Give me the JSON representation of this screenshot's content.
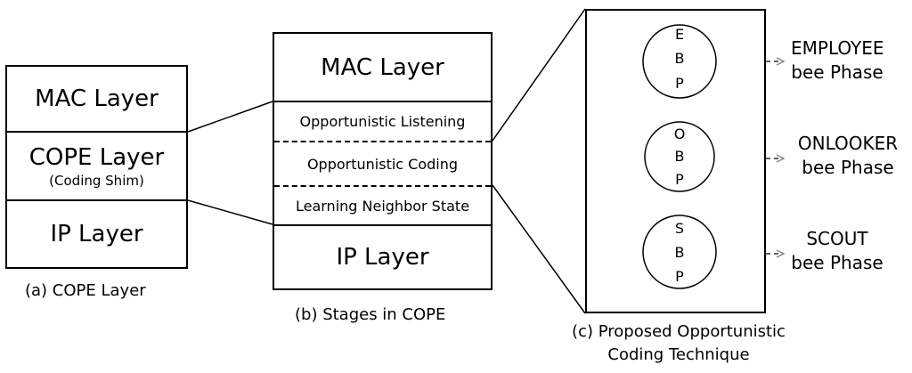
{
  "panel_a": {
    "mac": "MAC Layer",
    "cope": "COPE Layer",
    "cope_sub": "(Coding Shim)",
    "ip": "IP Layer",
    "caption": "(a) COPE Layer"
  },
  "panel_b": {
    "mac": "MAC Layer",
    "stages": [
      "Opportunistic Listening",
      "Opportunistic Coding",
      "Learning Neighbor State"
    ],
    "ip": "IP Layer",
    "caption": "(b) Stages in COPE"
  },
  "panel_c": {
    "circles": [
      {
        "letters": [
          "E",
          "B",
          "P"
        ]
      },
      {
        "letters": [
          "O",
          "B",
          "P"
        ]
      },
      {
        "letters": [
          "S",
          "B",
          "P"
        ]
      }
    ],
    "phases": [
      {
        "line1": "EMPLOYEE",
        "line2": "bee Phase"
      },
      {
        "line1": "ONLOOKER",
        "line2": "bee Phase"
      },
      {
        "line1": "SCOUT",
        "line2": "bee Phase"
      }
    ],
    "caption_line1": "(c) Proposed Opportunistic",
    "caption_line2": "Coding Technique"
  }
}
